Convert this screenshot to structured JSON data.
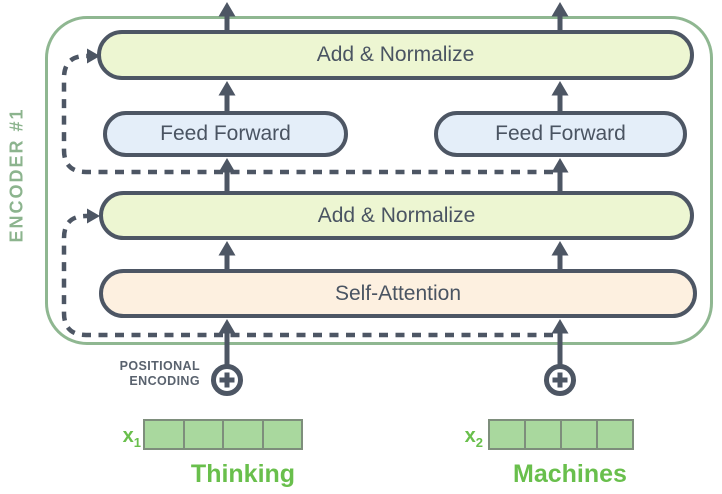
{
  "encoder": {
    "label": "ENCODER #1",
    "layers": [
      {
        "id": "add-normalize-top",
        "label": "Add & Normalize",
        "fill": "#edf6d2"
      },
      {
        "id": "feed-forward-left",
        "label": "Feed Forward",
        "fill": "#e4eef9"
      },
      {
        "id": "feed-forward-right",
        "label": "Feed Forward",
        "fill": "#e4eef9"
      },
      {
        "id": "add-normalize-mid",
        "label": "Add & Normalize",
        "fill": "#edf6d2"
      },
      {
        "id": "self-attention",
        "label": "Self-Attention",
        "fill": "#fdf0e0"
      }
    ]
  },
  "positional_encoding": {
    "line1": "POSITIONAL",
    "line2": "ENCODING"
  },
  "inputs": [
    {
      "symbol": "x",
      "subscript": "1",
      "word": "Thinking",
      "cells": 4
    },
    {
      "symbol": "x",
      "subscript": "2",
      "word": "Machines",
      "cells": 4
    }
  ],
  "icons": {
    "positional_plus": "circled-plus-icon",
    "flow_arrow": "solid-up-arrow",
    "residual_connection": "dashed-arrow"
  },
  "colors": {
    "box_border": "#4d5664",
    "arrow": "#4d5664",
    "add_normalize_fill": "#edf6d2",
    "feed_forward_fill": "#e4eef9",
    "self_attention_fill": "#fdf0e0",
    "encoder_outline": "#8fb791",
    "encoder_label_green": "#8cb48e",
    "input_green": "#69bf4c",
    "vector_cell_fill": "#a9d89e",
    "vector_cell_border": "#7e8e7c",
    "positional_text": "#59626e"
  }
}
